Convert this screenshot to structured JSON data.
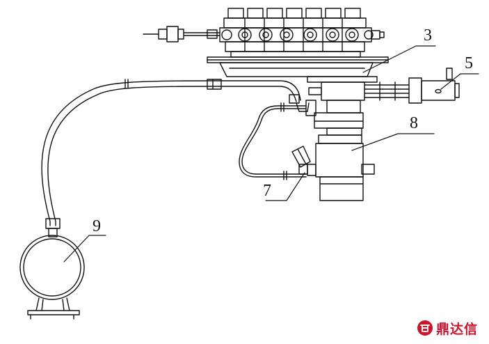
{
  "labels": {
    "part_3": "3",
    "part_5": "5",
    "part_7": "7",
    "part_8": "8",
    "part_9": "9"
  },
  "watermark": {
    "text": "鼎达信",
    "color": "#d0122b"
  },
  "line_color": "#111111"
}
